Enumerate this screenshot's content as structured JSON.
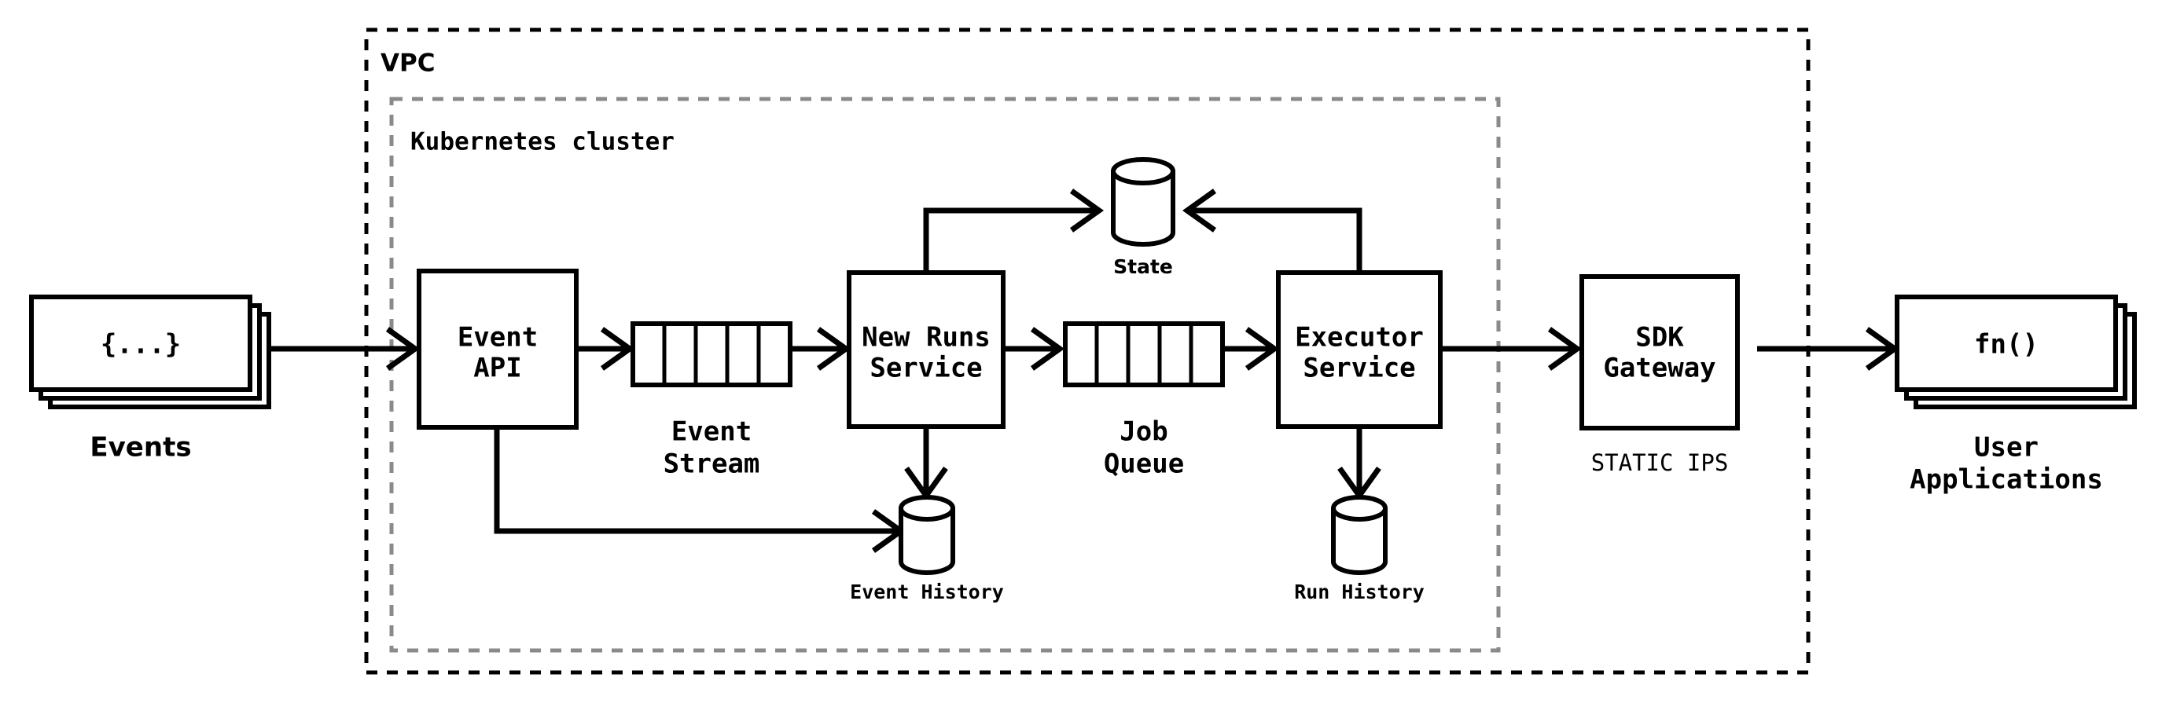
{
  "diagram": {
    "title": "Event-driven durable execution architecture",
    "groups": [
      {
        "id": "vpc",
        "label": "VPC",
        "border_style": "dashed",
        "border_color": "#000000"
      },
      {
        "id": "k8s",
        "label": "Kubernetes cluster",
        "border_style": "dashed",
        "border_color": "#8a8a8a"
      }
    ],
    "nodes": [
      {
        "id": "events",
        "type": "stack",
        "label": "{...}",
        "caption": "Events",
        "layers": 3
      },
      {
        "id": "event-api",
        "type": "box",
        "label_line1": "Event",
        "label_line2": "API",
        "caption": ""
      },
      {
        "id": "event-stream",
        "type": "queue",
        "cells": 5,
        "caption_line1": "Event",
        "caption_line2": "Stream"
      },
      {
        "id": "new-runs-service",
        "type": "box",
        "label_line1": "New Runs",
        "label_line2": "Service",
        "caption": ""
      },
      {
        "id": "state",
        "type": "cylinder",
        "caption": "State"
      },
      {
        "id": "job-queue",
        "type": "queue",
        "cells": 5,
        "caption_line1": "Job",
        "caption_line2": "Queue"
      },
      {
        "id": "executor-service",
        "type": "box",
        "label_line1": "Executor",
        "label_line2": "Service",
        "caption": ""
      },
      {
        "id": "event-history",
        "type": "cylinder",
        "caption": "Event History"
      },
      {
        "id": "run-history",
        "type": "cylinder",
        "caption": "Run History"
      },
      {
        "id": "sdk-gateway",
        "type": "box",
        "label_line1": "SDK",
        "label_line2": "Gateway",
        "caption": "STATIC IPS"
      },
      {
        "id": "user-applications",
        "type": "stack",
        "label": "fn()",
        "caption_line1": "User",
        "caption_line2": "Applications",
        "layers": 3
      }
    ],
    "edges": [
      {
        "from": "events",
        "to": "event-api",
        "arrow": true
      },
      {
        "from": "event-api",
        "to": "event-stream",
        "arrow": true
      },
      {
        "from": "event-api",
        "to": "event-history",
        "arrow": true
      },
      {
        "from": "event-stream",
        "to": "new-runs-service",
        "arrow": true
      },
      {
        "from": "new-runs-service",
        "to": "state",
        "arrow": true
      },
      {
        "from": "new-runs-service",
        "to": "job-queue",
        "arrow": true
      },
      {
        "from": "new-runs-service",
        "to": "event-history",
        "arrow": true
      },
      {
        "from": "job-queue",
        "to": "executor-service",
        "arrow": true
      },
      {
        "from": "executor-service",
        "to": "state",
        "arrow": true
      },
      {
        "from": "executor-service",
        "to": "run-history",
        "arrow": true
      },
      {
        "from": "executor-service",
        "to": "sdk-gateway",
        "arrow": true
      },
      {
        "from": "sdk-gateway",
        "to": "user-applications",
        "arrow": true
      }
    ]
  },
  "labels": {
    "vpc": "VPC",
    "k8s": "Kubernetes cluster",
    "events_body": "{...}",
    "events_caption": "Events",
    "event_api_l1": "Event",
    "event_api_l2": "API",
    "event_stream_c1": "Event",
    "event_stream_c2": "Stream",
    "new_runs_l1": "New Runs",
    "new_runs_l2": "Service",
    "state_caption": "State",
    "job_queue_c1": "Job",
    "job_queue_c2": "Queue",
    "executor_l1": "Executor",
    "executor_l2": "Service",
    "event_history_caption": "Event History",
    "run_history_caption": "Run History",
    "sdk_gateway_l1": "SDK",
    "sdk_gateway_l2": "Gateway",
    "sdk_gateway_sub": "STATIC IPS",
    "user_apps_body": "fn()",
    "user_apps_c1": "User",
    "user_apps_c2": "Applications"
  },
  "colors": {
    "background": "#ffffff",
    "stroke": "#000000",
    "k8s_border": "#8a8a8a",
    "fill": "#ffffff"
  }
}
